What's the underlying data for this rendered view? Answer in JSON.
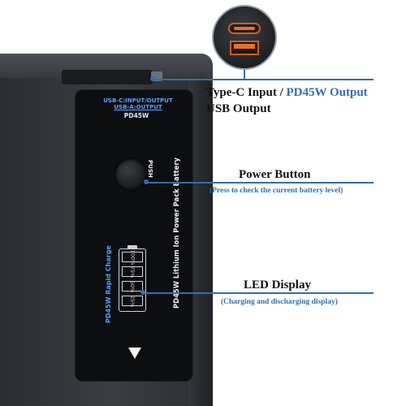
{
  "battery": {
    "port_label_line1": "USB-C:INPUT/OUTPUT",
    "port_label_line2": "USB-A:OUTPUT",
    "pd_label": "PD45W",
    "push_label": "PUSH",
    "vertical_main": "PD45W Lithium Ion Power Pack Battery",
    "vertical_rapid": "PD45W Rapid Charge",
    "led_levels": [
      "100%",
      "75%",
      "50%",
      "25%"
    ]
  },
  "callouts": {
    "ports": {
      "title_part1": "Type-C Input / ",
      "title_accent": "PD45W Output",
      "title_line2": "USB Output"
    },
    "power": {
      "title": "Power Button",
      "subtitle": "(Press to check the current battery level)"
    },
    "led": {
      "title": "LED Display",
      "subtitle": "(Charging and discharging display)"
    }
  },
  "colors": {
    "accent": "#2f6fb0",
    "port_orange": "#e8702a",
    "label_blue": "#5aa3ff"
  },
  "icons": {
    "down_arrow": "triangle-down-icon",
    "battery_indicator": "battery-level-icon",
    "usb_c": "usb-c-port-icon",
    "usb_a": "usb-a-port-icon"
  }
}
